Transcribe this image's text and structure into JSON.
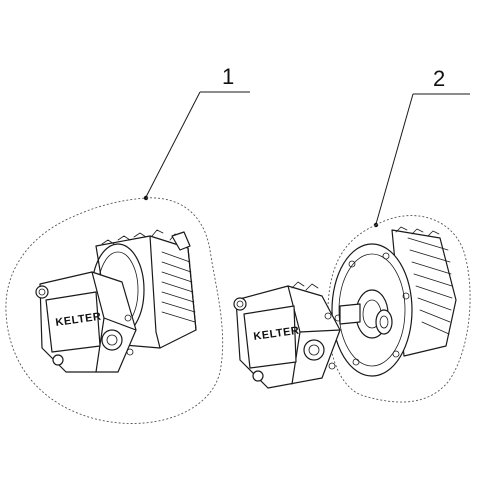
{
  "callouts": [
    {
      "label": "1"
    },
    {
      "label": "2"
    }
  ],
  "assemblies": [
    {
      "brand": "KELTER"
    },
    {
      "brand": "KELTER"
    }
  ]
}
